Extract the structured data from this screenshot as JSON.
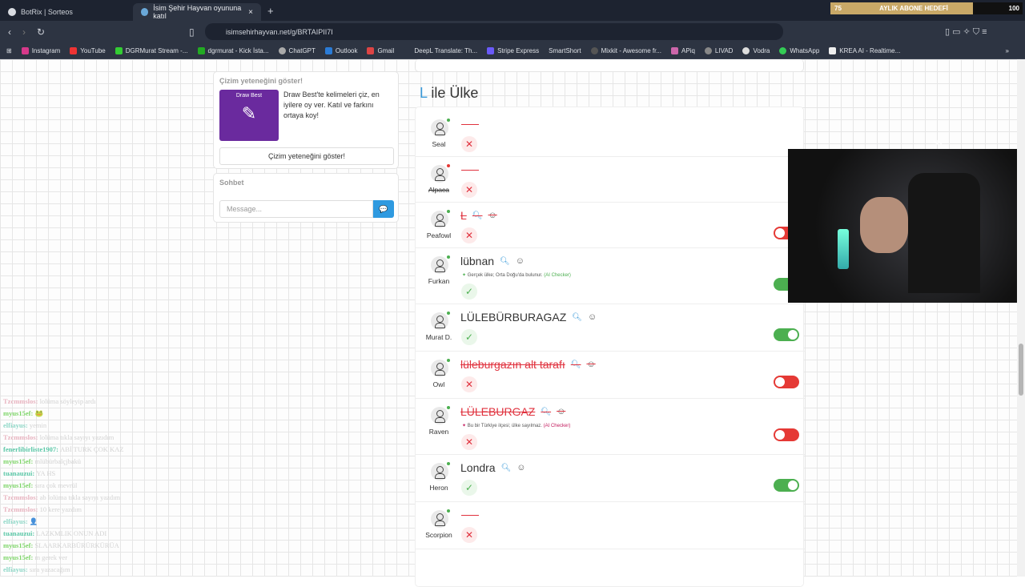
{
  "browser": {
    "tabs": [
      {
        "title": "BotRix | Sorteos"
      },
      {
        "title": "İsim Şehir Hayvan oyununa katıl",
        "close": "×"
      }
    ],
    "new_tab": "+",
    "url": "isimsehirhayvan.net/g/BRTAIPII7I",
    "bookmarks": [
      "Instagram",
      "YouTube",
      "DGRMurat Stream -...",
      "dgrmurat - Kick İsta...",
      "ChatGPT",
      "Outlook",
      "Gmail",
      "DeepL Translate: Th...",
      "Stripe Express",
      "SmartShort",
      "Mixkit - Awesome fr...",
      "APiq",
      "LIVAD",
      "Vodra",
      "WhatsApp",
      "KREA AI - Realtime..."
    ],
    "more": "»"
  },
  "goal": {
    "current": "75",
    "label": "AYLIK ABONE HEDEFİ",
    "target": "100"
  },
  "promo": {
    "title": "Çizim yeteneğini göster!",
    "image_label": "Draw Best",
    "text": "Draw Best'te kelimeleri çiz, en iyilere oy ver. Katıl ve farkını ortaya koy!",
    "button": "Çizim yeteneğini göster!"
  },
  "chatbox": {
    "title": "Sohbet",
    "placeholder": "Message..."
  },
  "category": {
    "letter": "L",
    "title": "ile Ülke"
  },
  "answers": [
    {
      "user": "Seal",
      "answer": "",
      "status": "x"
    },
    {
      "user": "Alpaca",
      "answer": "",
      "status": "x",
      "offline": true
    },
    {
      "user": "Peafowl",
      "answer": "L",
      "status": "x",
      "invalid": true,
      "vote": "off"
    },
    {
      "user": "Furkan",
      "answer": "lübnan",
      "status": "ok",
      "note": "Gerçek ülke; Orta Doğu'da bulunur.",
      "checker": "(AI Checker)",
      "vote": "on"
    },
    {
      "user": "Murat D.",
      "answer": "LÜLEBÜRBURAGAZ",
      "status": "ok",
      "vote": "on"
    },
    {
      "user": "Owl",
      "answer": "lüleburgazın alt tarafı",
      "status": "x",
      "invalid": true,
      "vote": "off"
    },
    {
      "user": "Raven",
      "answer": "LÜLEBURGAZ",
      "status": "x",
      "invalid": true,
      "note": "Bu bir Türkiye ilçesi; ülke sayılmaz.",
      "checker": "(AI Checker)",
      "vote": "off"
    },
    {
      "user": "Heron",
      "answer": "Londra",
      "status": "ok",
      "vote": "on"
    },
    {
      "user": "Scorpion",
      "answer": "",
      "status": "x"
    }
  ],
  "stream_chat": [
    {
      "user": "Tzcmmslos:",
      "text": "lolüma söyleyip ardı",
      "color": "#e8b4c0"
    },
    {
      "user": "myus15ef:",
      "text": "🐸",
      "color": "#7fd66a"
    },
    {
      "user": "elfiayus:",
      "text": "yemin",
      "color": "#8fd8c8"
    },
    {
      "user": "Tzcmmslos:",
      "text": "lolüma tıkla sayıyı yazıdım",
      "color": "#e8b4c0"
    },
    {
      "user": "fenerlibirliste1907:",
      "text": "ABİ TURK ÇOK KAZ",
      "color": "#5cc8a8"
    },
    {
      "user": "myus15ef:",
      "text": "mlübürbalçjbakü",
      "color": "#7fd66a"
    },
    {
      "user": "tuanauzui:",
      "text": "YA HS",
      "color": "#5cc8a8"
    },
    {
      "user": "myus15ef:",
      "text": "sıra çok mevrül",
      "color": "#7fd66a"
    },
    {
      "user": "Tzcmmslos:",
      "text": "ab lolüma tıkla sayıyı yazdım",
      "color": "#e8b4c0"
    },
    {
      "user": "Tzcmmslos:",
      "text": "10 kere yazdım",
      "color": "#e8b4c0"
    },
    {
      "user": "elfiayus:",
      "text": "👤",
      "color": "#8fd8c8"
    },
    {
      "user": "tuanauzui:",
      "text": "LAZKMLIK ONUN ADI",
      "color": "#5cc8a8"
    },
    {
      "user": "myus15ef:",
      "text": "SLAARKARBÜRÜRKÜRÜA",
      "color": "#7fd66a"
    },
    {
      "user": "myus15ef:",
      "text": "m gerek ver",
      "color": "#7fd66a"
    },
    {
      "user": "elfiayus:",
      "text": "sıra yazacağım",
      "color": "#8fd8c8"
    }
  ]
}
